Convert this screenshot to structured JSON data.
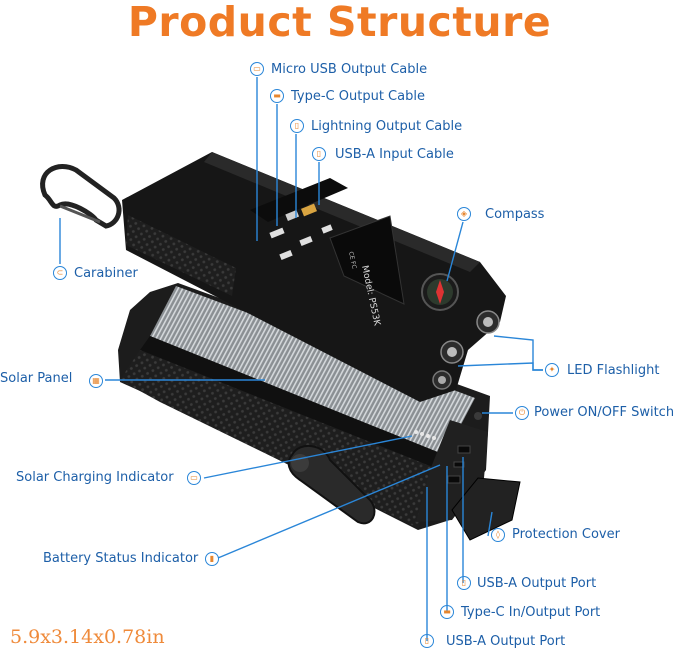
{
  "title": "Product Structure",
  "dimensions": "5.9x3.14x0.78in",
  "device_text": {
    "model": "Model: PS53K",
    "cert": "CE FC"
  },
  "colors": {
    "title": "#ef7a25",
    "label": "#1d5fa8",
    "leader": "#2a86d8",
    "icon_glyph": "#e6862f",
    "device": "#1a1a1a"
  },
  "labels": [
    {
      "id": "micro-usb-output-cable",
      "text": "Micro USB Output Cable",
      "icon": "micro-usb-icon"
    },
    {
      "id": "type-c-output-cable",
      "text": "Type-C Output Cable",
      "icon": "type-c-icon"
    },
    {
      "id": "lightning-output-cable",
      "text": "Lightning Output Cable",
      "icon": "lightning-plug-icon"
    },
    {
      "id": "usb-a-input-cable",
      "text": "USB-A Input Cable",
      "icon": "usb-a-plug-icon"
    },
    {
      "id": "compass",
      "text": "Compass",
      "icon": "compass-icon"
    },
    {
      "id": "carabiner",
      "text": "Carabiner",
      "icon": "carabiner-icon"
    },
    {
      "id": "solar-panel",
      "text": "Solar Panel",
      "icon": "solar-panel-icon"
    },
    {
      "id": "led-flashlight",
      "text": "LED Flashlight",
      "icon": "flashlight-icon"
    },
    {
      "id": "power-switch",
      "text": "Power ON/OFF Switch",
      "icon": "power-icon"
    },
    {
      "id": "solar-charging-indicator",
      "text": "Solar Charging Indicator",
      "icon": "charging-indicator-icon"
    },
    {
      "id": "protection-cover",
      "text": "Protection Cover",
      "icon": "shield-icon"
    },
    {
      "id": "battery-status-indicator",
      "text": "Battery Status Indicator",
      "icon": "battery-indicator-icon"
    },
    {
      "id": "usb-a-output-port-1",
      "text": "USB-A Output Port",
      "icon": "usb-a-port-icon"
    },
    {
      "id": "type-c-in-output-port",
      "text": "Type-C In/Output Port",
      "icon": "type-c-port-icon"
    },
    {
      "id": "usb-a-output-port-2",
      "text": "USB-A Output Port",
      "icon": "usb-a-port-icon"
    }
  ]
}
